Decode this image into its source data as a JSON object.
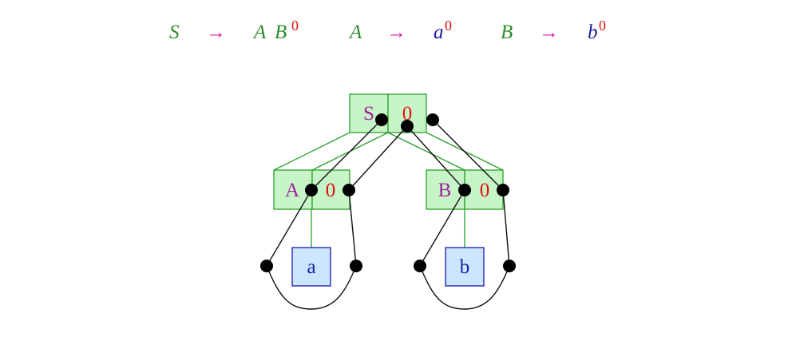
{
  "colors": {
    "nonterminal_text": "#2e8b2e",
    "arrow": "#e020a0",
    "terminal_text": "#1a1aa8",
    "superscript": "#e01010",
    "node_fill": "#c8f5c8",
    "node_stroke": "#2aa02a",
    "node_label": "#a020a0",
    "leaf_fill": "#cce6ff",
    "leaf_stroke": "#1a1aa8",
    "edge": "#111111",
    "tree_edge": "#2aa02a"
  },
  "grammar": {
    "rule1": {
      "lhs": "S",
      "arrow": "→",
      "rhs_a": "A",
      "rhs_b": "B",
      "sup": "0"
    },
    "rule2": {
      "lhs": "A",
      "arrow": "→",
      "rhs": "a",
      "sup": "0"
    },
    "rule3": {
      "lhs": "B",
      "arrow": "→",
      "rhs": "b",
      "sup": "0"
    }
  },
  "tree": {
    "root": {
      "label": "S",
      "value": "0"
    },
    "left": {
      "label": "A",
      "value": "0"
    },
    "right": {
      "label": "B",
      "value": "0"
    },
    "leaf_left": {
      "label": "a"
    },
    "leaf_right": {
      "label": "b"
    }
  }
}
